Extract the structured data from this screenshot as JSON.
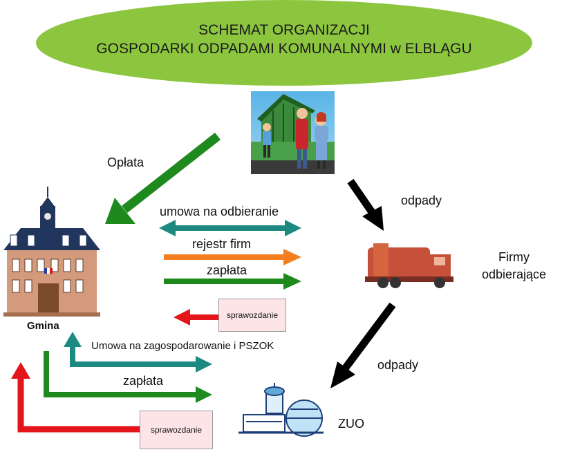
{
  "title": {
    "line1": "SCHEMAT ORGANIZACJI",
    "line2": "GOSPODARKI ODPADAMI KOMUNALNYMI w ELBLĄGU"
  },
  "labels": {
    "oplata": "Opłata",
    "odpady_top": "odpady",
    "odpady_bottom": "odpady",
    "firmy_line1": "Firmy",
    "firmy_line2": "odbierające",
    "umowa": "umowa na odbieranie",
    "rejestr": "rejestr firm",
    "zaplata_top": "zapłata",
    "sprawozdanie_top": "sprawozdanie",
    "gmina": "Gmina",
    "umowa_zago": "Umowa na zagospodarowanie i PSZOK",
    "zaplata_bottom": "zapłata",
    "sprawozdanie_bottom": "sprawozdanie",
    "zuo": "ZUO"
  },
  "colors": {
    "title_ellipse": "#8cc63f",
    "green_arrow": "#1e8a1e",
    "teal_arrow": "#1d8a82",
    "orange_arrow": "#f47f20",
    "red_arrow": "#e3151a",
    "black_arrow": "#000000",
    "report_box": "#fde4e7"
  },
  "icons": {
    "residents": "residents-illustration",
    "town_hall": "town-hall-illustration",
    "truck": "garbage-truck-illustration",
    "plant": "waste-plant-illustration"
  }
}
